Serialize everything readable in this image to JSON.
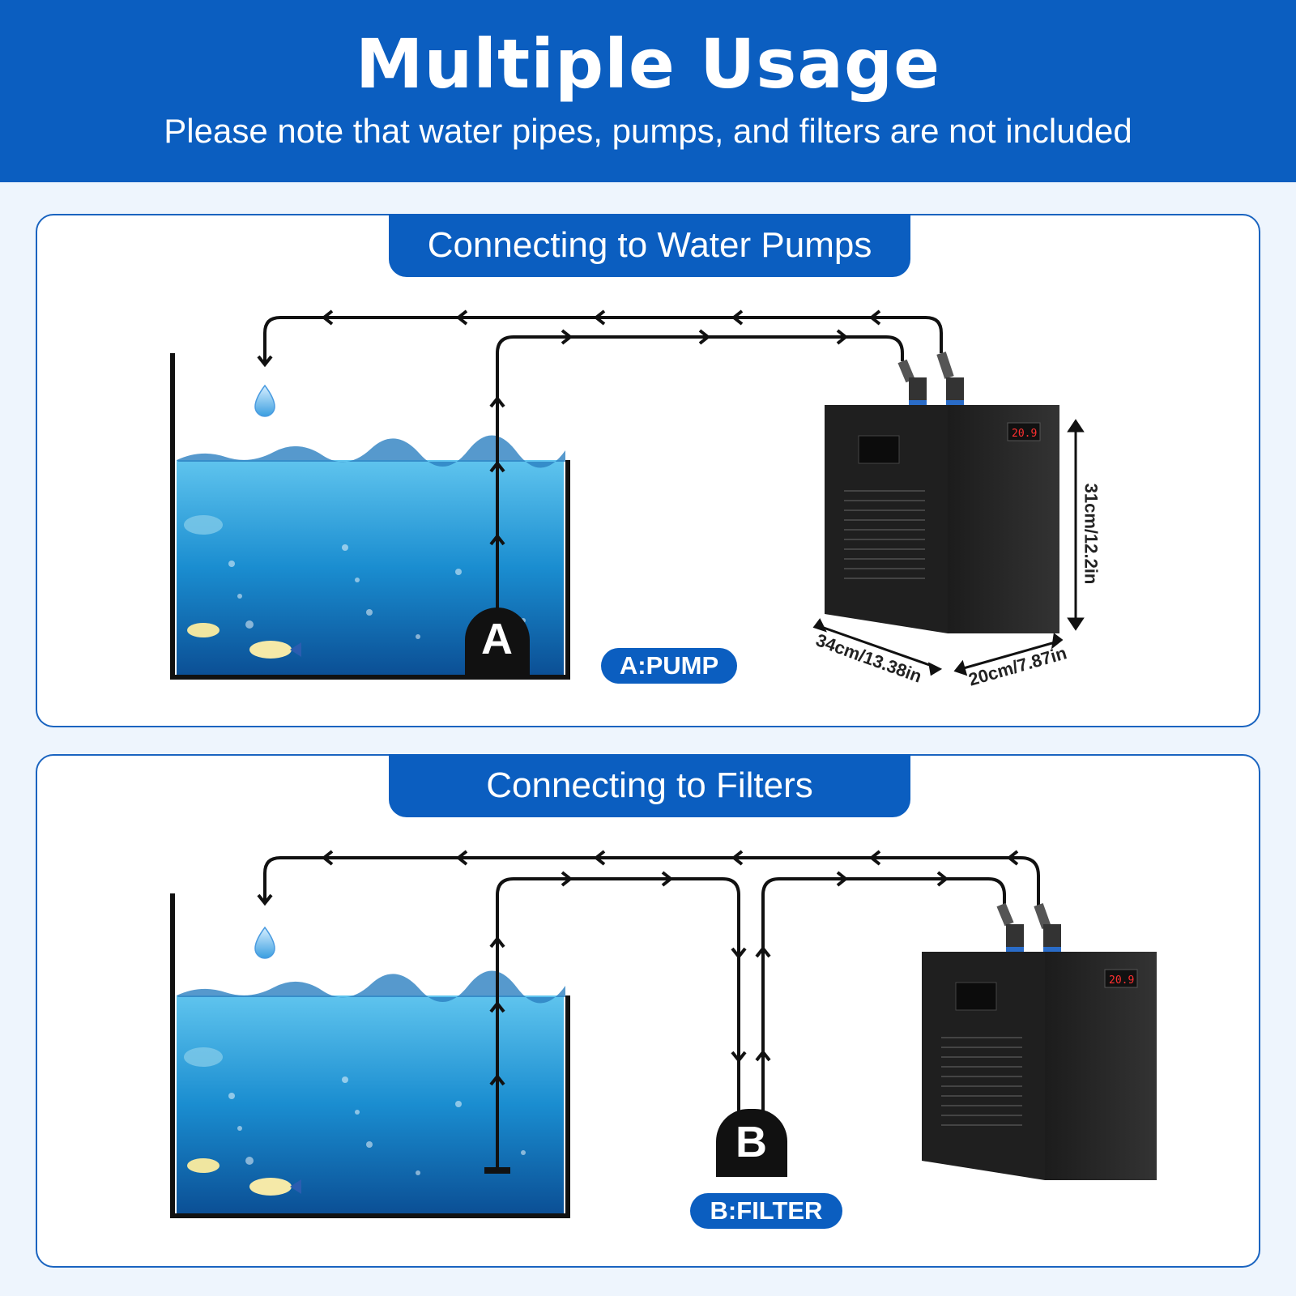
{
  "header": {
    "title": "Multiple Usage",
    "subtitle": "Please note that water pipes, pumps, and filters are not included"
  },
  "panel_pump": {
    "tab_label": "Connecting to Water Pumps",
    "node_letter": "A",
    "legend": "A:PUMP",
    "chiller_display": "20.9",
    "dimensions": {
      "height": "31cm/12.2in",
      "depth": "34cm/13.38in",
      "width": "20cm/7.87in"
    }
  },
  "panel_filter": {
    "tab_label": "Connecting to Filters",
    "node_letter": "B",
    "legend": "B:FILTER",
    "chiller_display": "20.9"
  },
  "colors": {
    "brand_blue": "#0b5ec0",
    "background": "#eef5fd",
    "water": "#1b8fd0",
    "chiller": "#262626",
    "display_red": "#ff3030"
  }
}
